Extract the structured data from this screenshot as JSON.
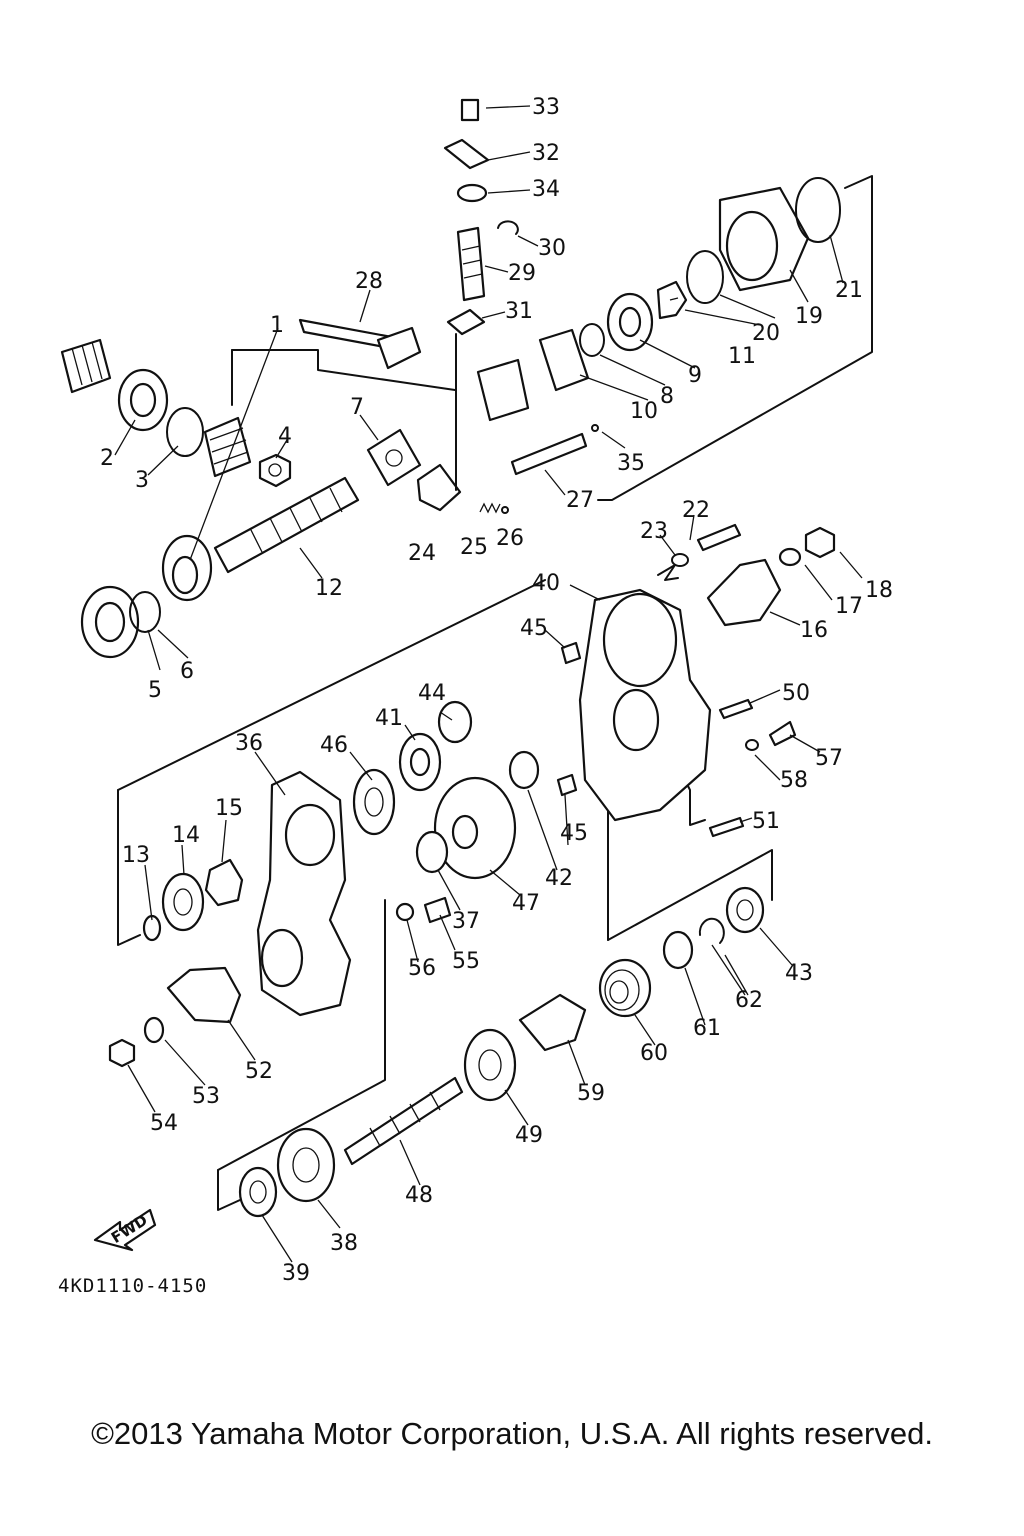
{
  "diagram": {
    "drawing_code": "4KD1110-4150",
    "direction_label": "FWD",
    "parts": [
      "1",
      "2",
      "3",
      "4",
      "5",
      "6",
      "7",
      "8",
      "9",
      "10",
      "11",
      "12",
      "13",
      "14",
      "15",
      "16",
      "17",
      "18",
      "19",
      "20",
      "21",
      "22",
      "23",
      "24",
      "25",
      "26",
      "27",
      "28",
      "29",
      "30",
      "31",
      "32",
      "33",
      "34",
      "35",
      "36",
      "37",
      "38",
      "39",
      "40",
      "41",
      "42",
      "43",
      "44",
      "45",
      "45",
      "46",
      "47",
      "48",
      "49",
      "50",
      "51",
      "52",
      "53",
      "54",
      "55",
      "56",
      "57",
      "58",
      "59",
      "60",
      "61",
      "62"
    ]
  },
  "footer": {
    "copyright": "©2013 Yamaha Motor Corporation, U.S.A. All rights reserved."
  }
}
